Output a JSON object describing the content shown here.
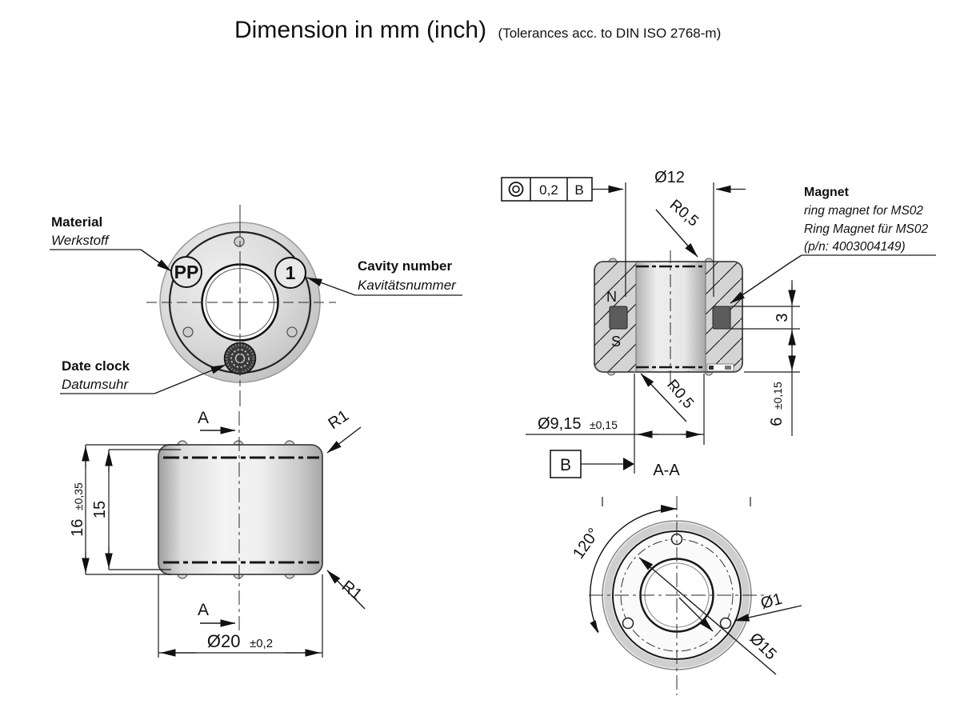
{
  "title": {
    "main": "Dimension in mm (inch)",
    "note": "(Tolerances acc. to DIN ISO 2768-m)"
  },
  "views": {
    "top": {
      "material_label": "Material",
      "material_label_de": "Werkstoff",
      "cavity_label": "Cavity number",
      "cavity_label_de": "Kavitätsnummer",
      "date_clock_label": "Date clock",
      "date_clock_label_de": "Datumsuhr",
      "material_marking": "PP",
      "cavity_marking": "1"
    },
    "side": {
      "section_arrow": "A",
      "height": "16",
      "height_tol": "±0,35",
      "core_height": "15",
      "outer_diameter": "Ø20",
      "outer_diameter_tol": "±0,2",
      "corner_radius_top": "R1",
      "corner_radius_bottom": "R1"
    },
    "section": {
      "name": "A-A",
      "gdt_value": "0,2",
      "gdt_datum": "B",
      "datum_flag": "B",
      "top_diameter": "Ø12",
      "lip_radius_top": "R0,5",
      "lip_radius_bottom": "R0,5",
      "magnet_height": "3",
      "magnet_offset": "6",
      "magnet_offset_tol": "±0,15",
      "bore_diameter": "Ø9,15",
      "bore_diameter_tol": "±0,15",
      "pole_north": "N",
      "pole_south": "S",
      "magnet_note": {
        "title": "Magnet",
        "line_en": "ring magnet for MS02",
        "line_de": "Ring Magnet für MS02",
        "part_number": "(p/n: 4003004149)"
      }
    },
    "bottom": {
      "hole_spacing_angle": "120°",
      "hole_diameter": "Ø1",
      "pitch_circle_diameter": "Ø15"
    }
  },
  "colors": {
    "line": "#1a1a1a",
    "body_fill": "#d6d6d6",
    "magnet_fill": "#5c5c5c",
    "background": "#ffffff"
  }
}
